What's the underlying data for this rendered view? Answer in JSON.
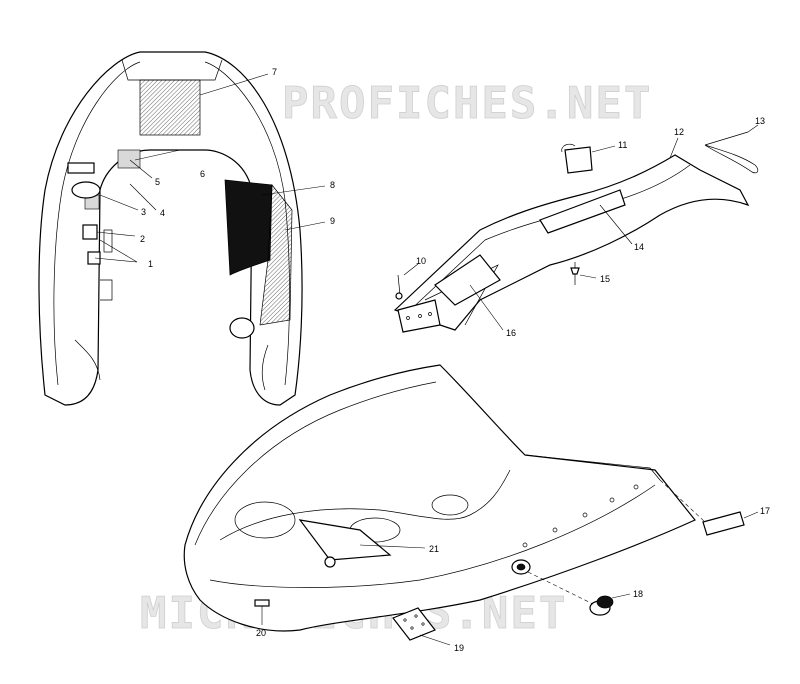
{
  "watermarks": {
    "top": "PROFICHES.NET",
    "bottom": "MICROFICHES.NET"
  },
  "callouts": {
    "c1": "1",
    "c2": "2",
    "c3": "3",
    "c4": "4",
    "c5": "5",
    "c6": "6",
    "c7": "7",
    "c8": "8",
    "c9": "9",
    "c10": "10",
    "c11": "11",
    "c12": "12",
    "c13": "13",
    "c14": "14",
    "c15": "15",
    "c16": "16",
    "c17": "17",
    "c18": "18",
    "c19": "19",
    "c20": "20",
    "c21": "21"
  }
}
